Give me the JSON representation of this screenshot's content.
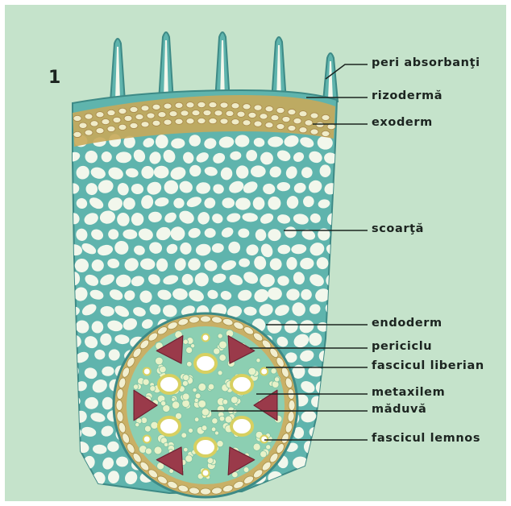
{
  "figure_number": "1",
  "labels": [
    {
      "key": "peri",
      "text": "peri absorbanţi"
    },
    {
      "key": "rizoderma",
      "text": "rizodermă"
    },
    {
      "key": "exoderm",
      "text": "exoderm"
    },
    {
      "key": "scoarta",
      "text": "scoarţă"
    },
    {
      "key": "endoderm",
      "text": "endoderm"
    },
    {
      "key": "periciclu",
      "text": "periciclu"
    },
    {
      "key": "liberian",
      "text": "fascicul liberian"
    },
    {
      "key": "metaxilem",
      "text": "metaxilem"
    },
    {
      "key": "maduva",
      "text": "măduvă"
    },
    {
      "key": "lemnos",
      "text": "fascicul lemnos"
    }
  ],
  "colors": {
    "background": "#c5e3cb",
    "cell_wall": "#5fb4ad",
    "cell_wall_dark": "#3d8a86",
    "cell_lumen": "#f2f7ec",
    "exoderm": "#c8a85a",
    "endoderm": "#c9b066",
    "phloem": "#9a3a4a",
    "xylem_wall": "#d8d060",
    "text": "#1c2420"
  }
}
